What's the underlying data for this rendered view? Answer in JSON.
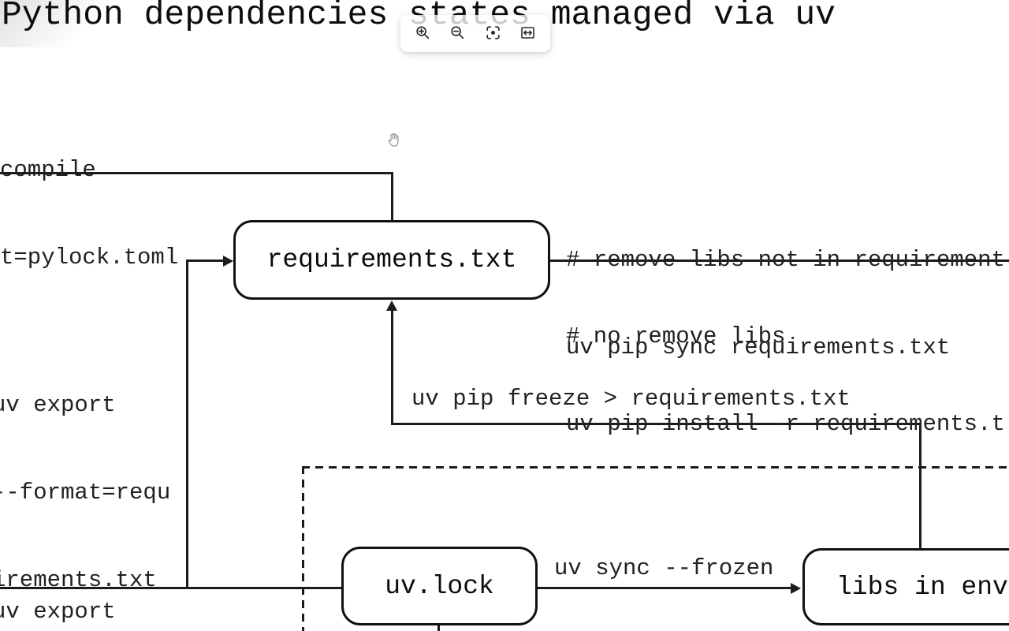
{
  "title": "Python dependencies states managed via uv",
  "colors": {
    "ink": "#1b1b1b",
    "label_text": "#212121",
    "node_text": "#0d0d0d",
    "background": "#ffffff"
  },
  "toolbar": {
    "buttons": [
      {
        "name": "zoom-in"
      },
      {
        "name": "zoom-out"
      },
      {
        "name": "focus-center"
      },
      {
        "name": "fit-width"
      }
    ]
  },
  "cursor": {
    "type": "grab-hand"
  },
  "nodes": [
    {
      "label": "requirements.txt"
    },
    {
      "label": "uv.lock"
    },
    {
      "label": "libs in env"
    }
  ],
  "edge_labels": {
    "compile_fragment": {
      "line1": "compile",
      "line2": "t=pylock.toml"
    },
    "pip_sync": {
      "line1": "# remove libs not in requirement",
      "line2": "uv pip sync requirements.txt"
    },
    "pip_install": {
      "line1": "# no remove libs",
      "line2": "uv pip install -r requirements.t"
    },
    "uv_export_requirements": {
      "line1": "uv export",
      "line2": "--format=requ",
      "line3": "irements.txt"
    },
    "pip_freeze": {
      "text": "uv pip freeze > requirements.txt"
    },
    "uv_sync_frozen": {
      "text": "uv sync --frozen"
    },
    "uv_export_bottom": {
      "text": "uv export"
    }
  }
}
